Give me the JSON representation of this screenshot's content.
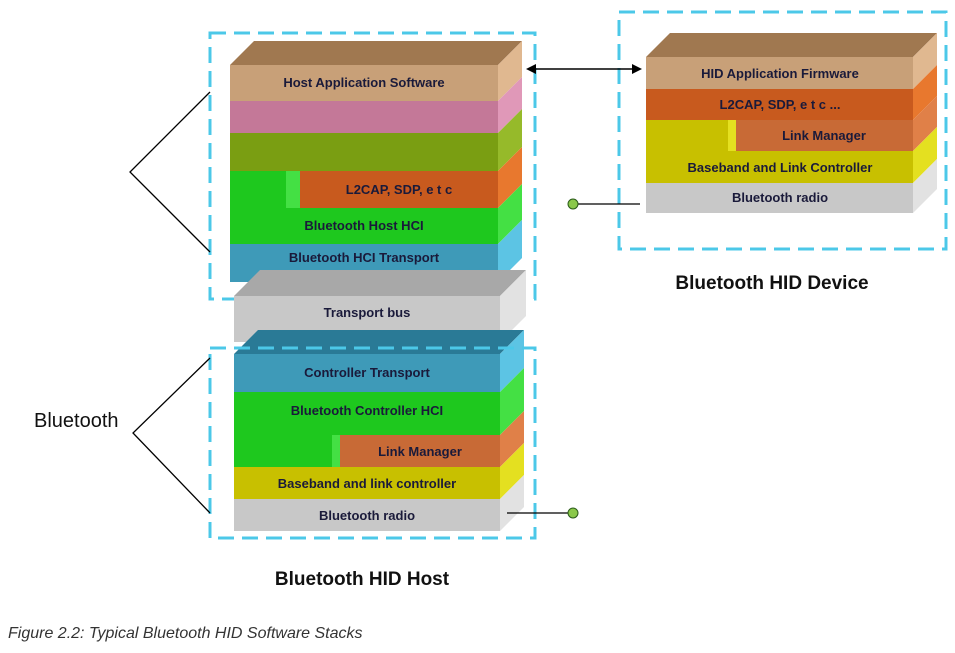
{
  "colors": {
    "tan": "#c8a078",
    "pink": "#c47898",
    "olive": "#7a9e12",
    "green": "#1ec81e",
    "orange": "#c85a1e",
    "blue": "#3e9ab8",
    "gray": "#c8c8c8",
    "yellow": "#c8c000",
    "dashed": "#4cc8e8"
  },
  "host_upper": {
    "host_application_software": "Host Application Software",
    "l2cap_sdp_etc": "L2CAP, SDP, e  t  c",
    "bluetooth_host_hci": "Bluetooth Host HCI",
    "bluetooth_hci_transport": "Bluetooth HCI Transport"
  },
  "transport_bus": "Transport bus",
  "host_lower": {
    "controller_transport": "Controller Transport",
    "bluetooth_controller_hci": "Bluetooth Controller HCI",
    "link_manager": "Link Manager",
    "baseband_link_controller": "Baseband and link controller",
    "bluetooth_radio": "Bluetooth radio"
  },
  "device": {
    "hid_application_firmware": "HID Application Firmware",
    "l2cap_sdp_etc": "L2CAP, SDP, e  t  c ...",
    "link_manager": "Link Manager",
    "baseband_link_controller": "Baseband and Link Controller",
    "bluetooth_radio": "Bluetooth radio"
  },
  "titles": {
    "host": "Bluetooth HID Host",
    "device": "Bluetooth HID Device",
    "side_label": "Bluetooth"
  },
  "caption": "Figure 2.2: Typical Bluetooth HID Software Stacks"
}
